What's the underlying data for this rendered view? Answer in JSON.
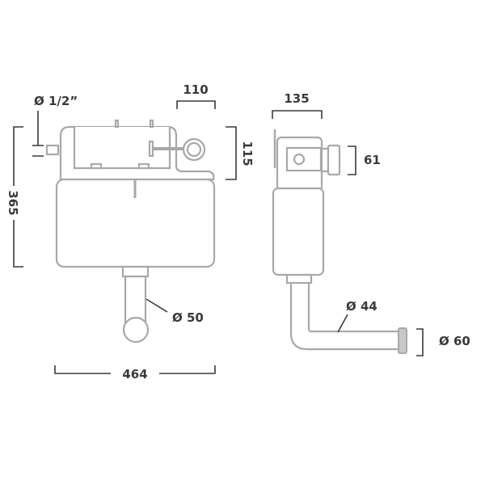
{
  "diagram": {
    "front_view": {
      "labels": {
        "inlet": "Ø 1/2”",
        "valve_width": "110",
        "upper_height": "115",
        "total_height": "365",
        "outlet": "Ø 50",
        "width": "464"
      }
    },
    "side_view": {
      "labels": {
        "depth": "135",
        "connector": "61",
        "pipe": "Ø 44",
        "pipe_end": "Ø 60"
      }
    },
    "colors": {
      "outline": "#a8a8a8",
      "dimension": "#3a3a3a"
    }
  }
}
